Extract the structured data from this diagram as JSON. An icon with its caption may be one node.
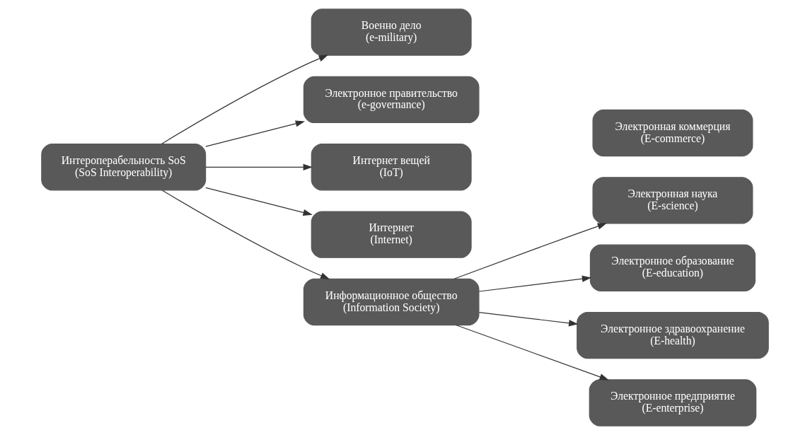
{
  "diagram": {
    "nodes": [
      {
        "text": [
          "Интероперабельность SoS",
          "(SoS Interoperability)"
        ]
      },
      {
        "text": [
          "Военно дело",
          "(e-military)"
        ]
      },
      {
        "text": [
          "Электронное правительство",
          "(e-governance)"
        ]
      },
      {
        "text": [
          "Интернет вещей",
          "(IoT)"
        ]
      },
      {
        "text": [
          "Интернет",
          "(Internet)"
        ]
      },
      {
        "text": [
          "Информационное общество",
          "(Information Society)"
        ]
      },
      {
        "text": [
          "Электронная наука",
          "(E-science)"
        ]
      },
      {
        "text": [
          "Электронное образование",
          "(E-education)"
        ]
      },
      {
        "text": [
          "Электронное здравоохранение",
          "(E-health)"
        ]
      },
      {
        "text": [
          "Электронная коммерция",
          "(E-commerce)"
        ]
      },
      {
        "text": [
          "Электронное предприятие",
          "(E-enterprise)"
        ]
      }
    ],
    "edges": [
      {
        "from": 0,
        "to": 1,
        "arrow": "to"
      },
      {
        "from": 0,
        "to": 2,
        "arrow": "to"
      },
      {
        "from": 0,
        "to": 3,
        "arrow": "to"
      },
      {
        "from": 0,
        "to": 4,
        "arrow": "to"
      },
      {
        "from": 0,
        "to": 5,
        "arrow": "to"
      },
      {
        "from": 5,
        "to": 6,
        "arrow": "to"
      },
      {
        "from": 5,
        "to": 7,
        "arrow": "to"
      },
      {
        "from": 5,
        "to": 8,
        "arrow": "to"
      },
      {
        "from": 5,
        "to": 10,
        "arrow": "to"
      }
    ]
  }
}
